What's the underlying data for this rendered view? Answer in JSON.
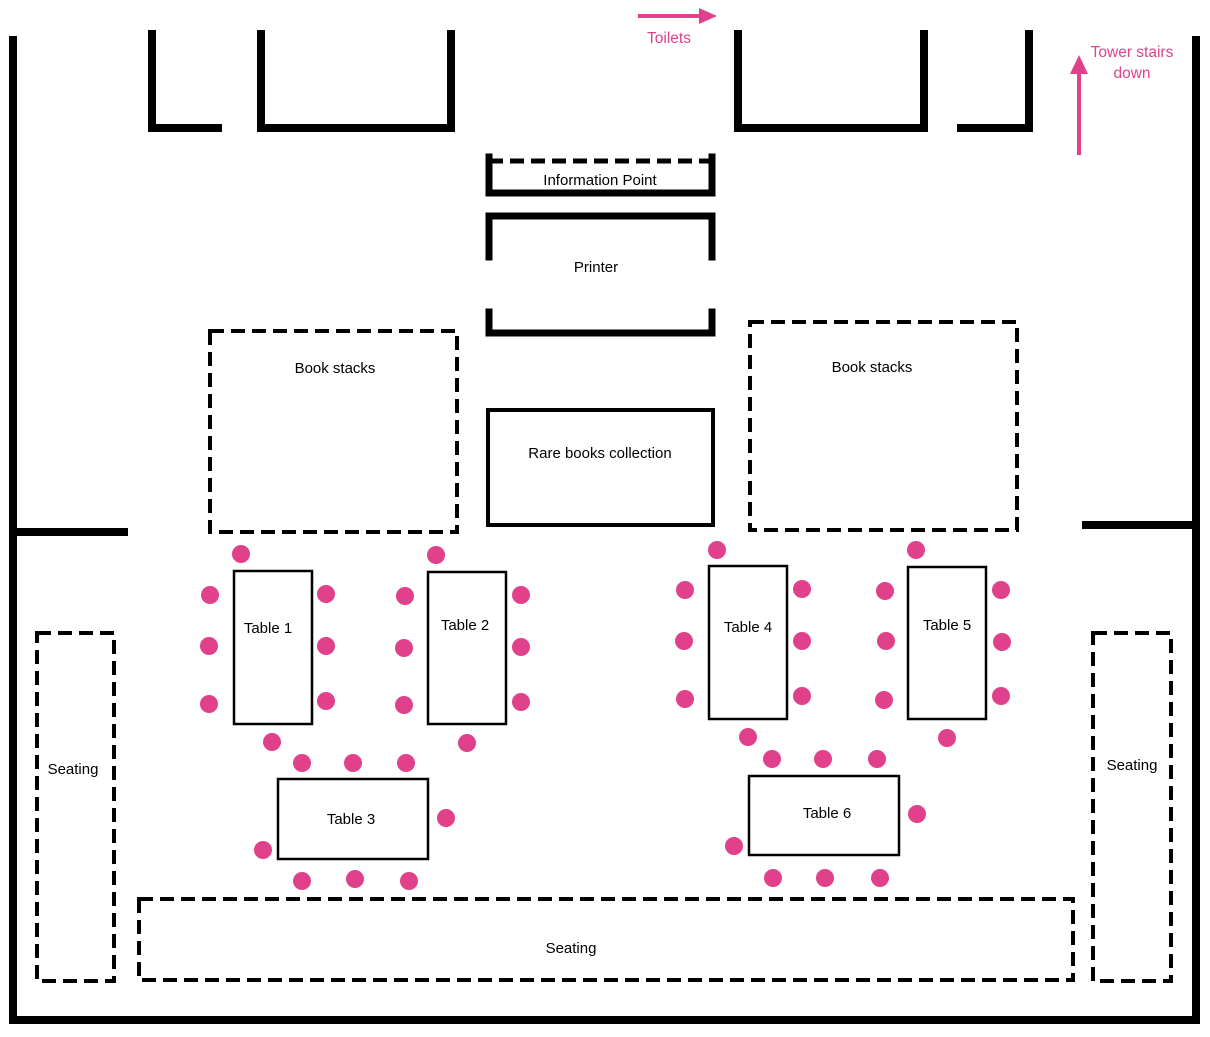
{
  "colors": {
    "accent": "#e0418a",
    "ink": "#000000",
    "background": "#ffffff"
  },
  "directions": {
    "toilets": "Toilets",
    "tower_line1": "Tower stairs",
    "tower_line2": "down"
  },
  "areas": {
    "information_point": "Information Point",
    "printer": "Printer",
    "book_stacks_left": "Book stacks",
    "book_stacks_right": "Book stacks",
    "rare_books": "Rare books collection",
    "seating_left": "Seating",
    "seating_right": "Seating",
    "seating_bottom": "Seating"
  },
  "tables": {
    "t1": "Table 1",
    "t2": "Table 2",
    "t3": "Table 3",
    "t4": "Table 4",
    "t5": "Table 5",
    "t6": "Table 6"
  }
}
